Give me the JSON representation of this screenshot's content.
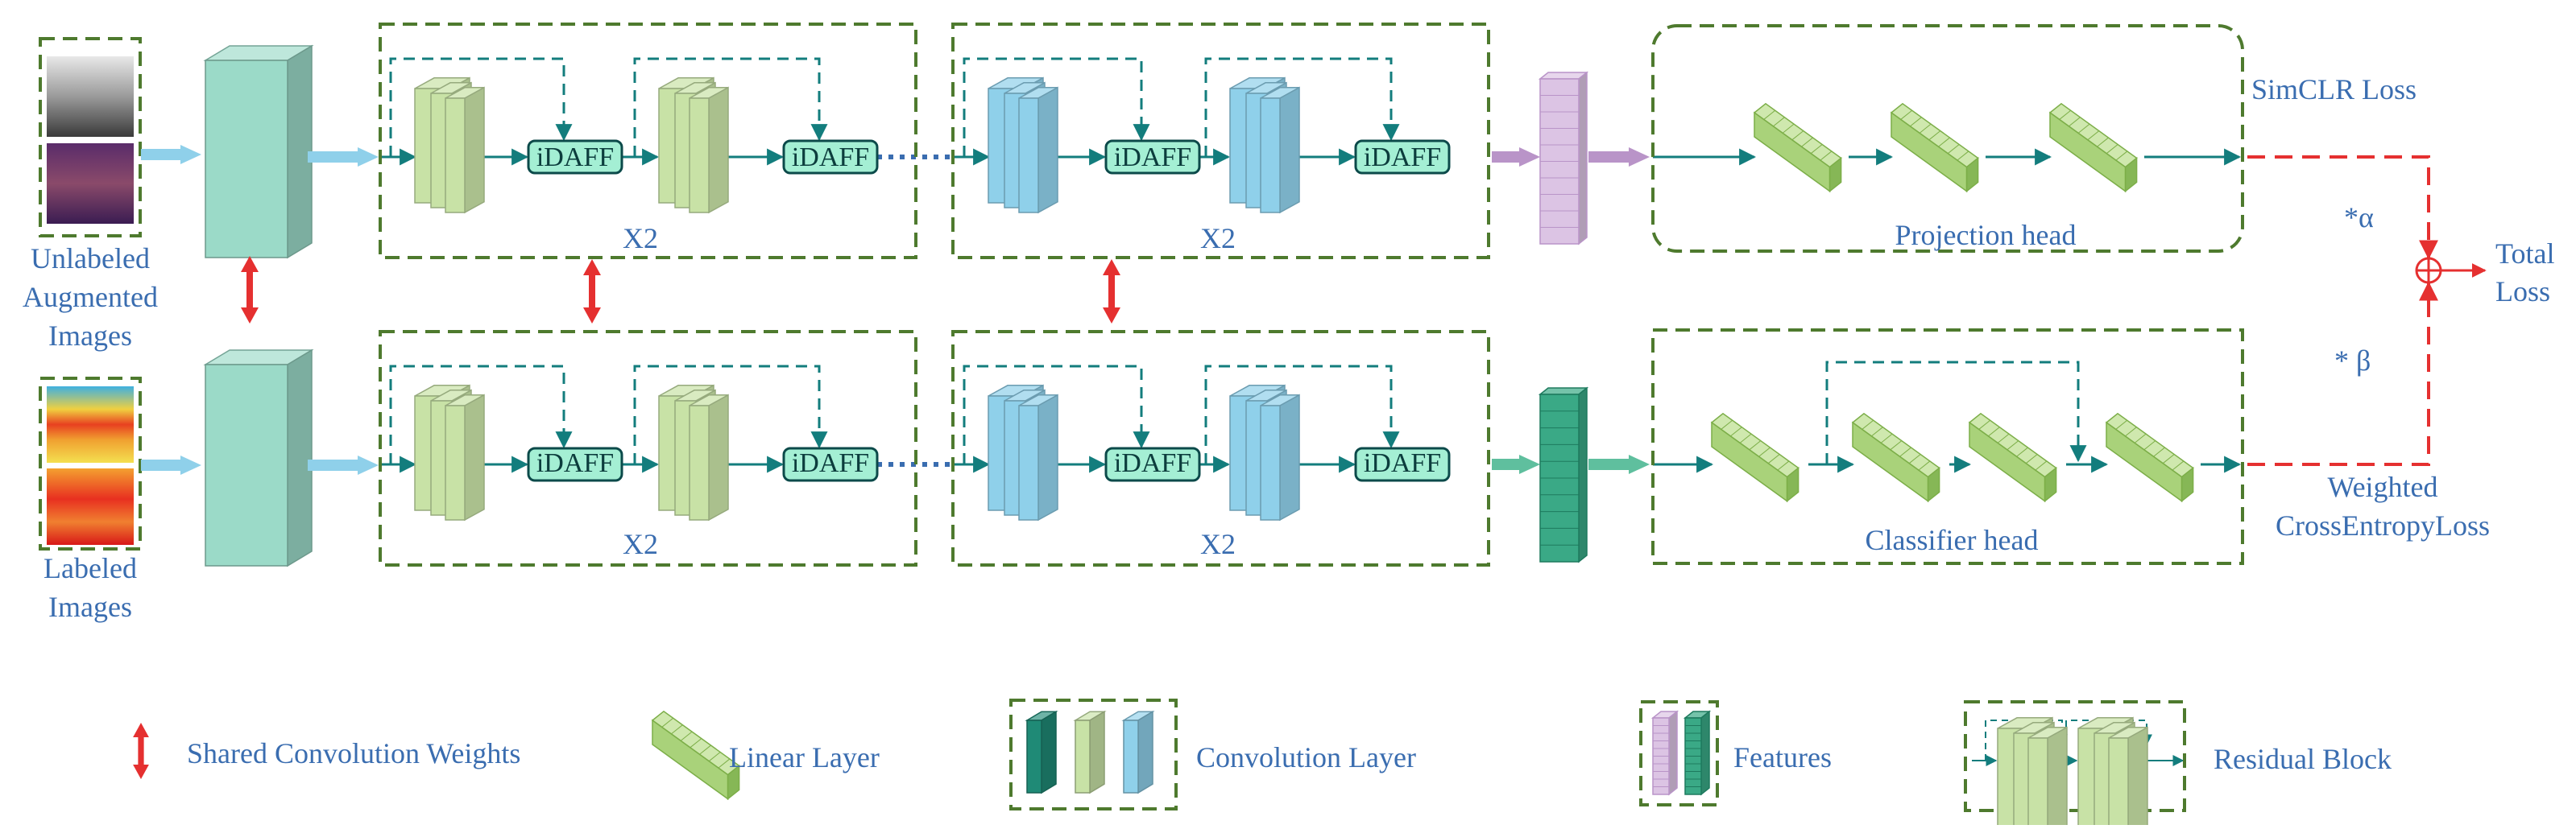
{
  "inputs": {
    "unlabeled_caption": [
      "Unlabeled",
      "Augmented",
      "Images"
    ],
    "labeled_caption": [
      "Labeled",
      "Images"
    ]
  },
  "encoder": {
    "module_label": "iDAFF",
    "repeat_label": "X2"
  },
  "heads": {
    "projection": "Projection head",
    "classifier": "Classifier head"
  },
  "losses": {
    "simclr": "SimCLR Loss",
    "weighted": [
      "Weighted",
      "CrossEntropyLoss"
    ],
    "alpha_weight": "*α",
    "beta_weight": "* β",
    "total": [
      "Total",
      "Loss"
    ]
  },
  "legend": {
    "shared": "Shared Convolution Weights",
    "linear": "Linear Layer",
    "conv": "Convolution Layer",
    "features": "Features",
    "residual": "Residual Block"
  },
  "colors": {
    "teal_dark": "#1f8a76",
    "green_stage": "#c8e2a6",
    "blue_stage": "#8fd0ea",
    "purple_feature": "#dcc4e4",
    "teal_feature": "#3aa986",
    "dashed_box": "#4e7a2e",
    "arrow_line": "#137d7d",
    "shared_arrow": "#e53030",
    "loss_dash": "#e53030",
    "text_blue": "#3a6db0"
  }
}
